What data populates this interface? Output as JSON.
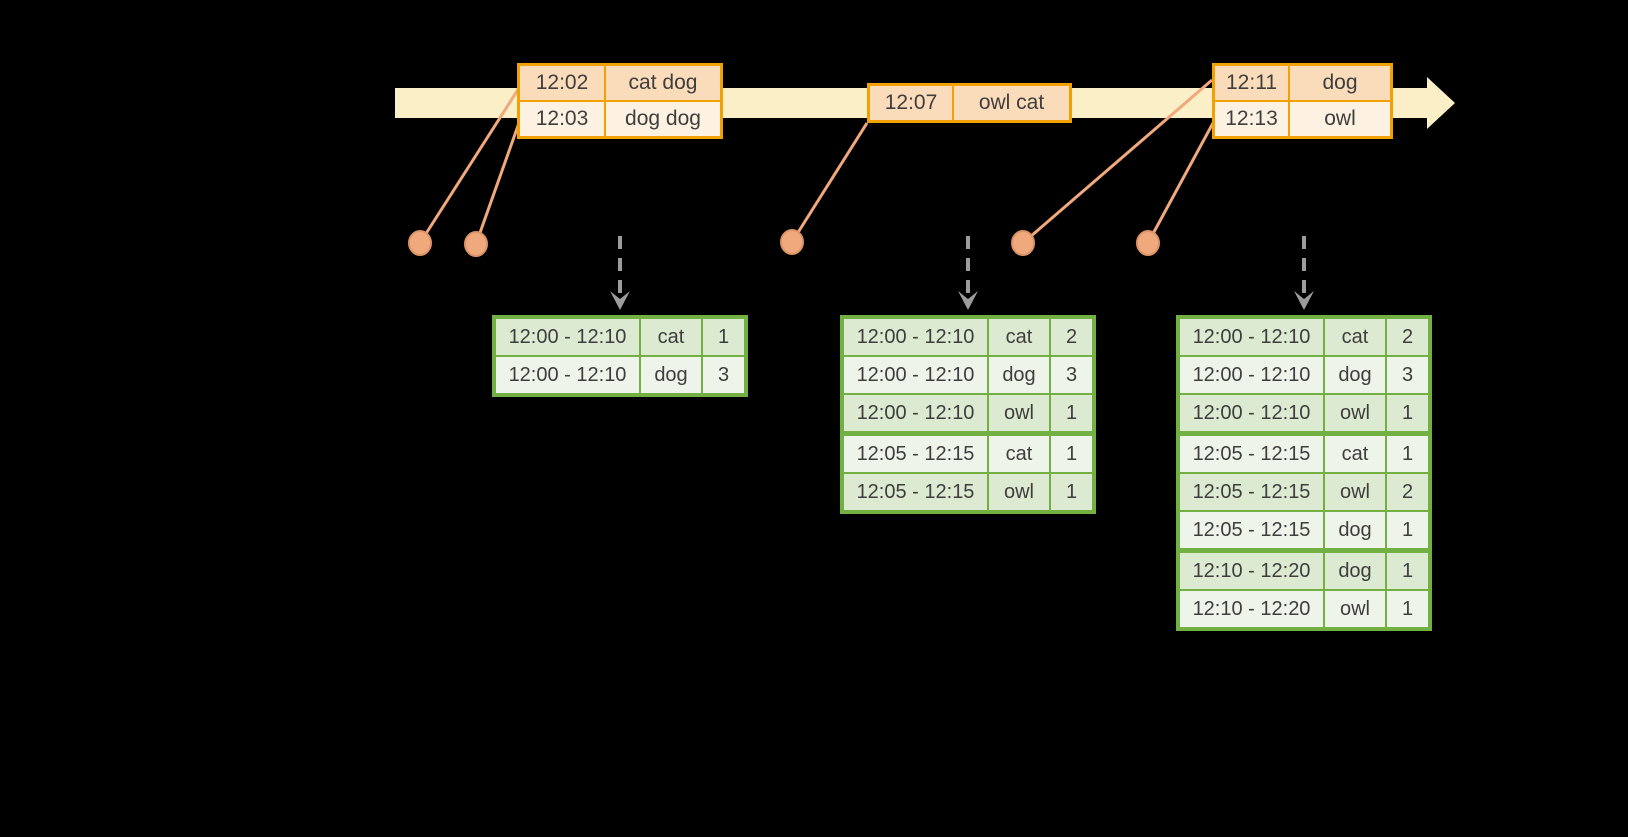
{
  "palette": {
    "background": "#000000",
    "timeline_fill": "#FAEFC6",
    "event_table_border": "#F2A104",
    "event_row_dark": "#FADCBA",
    "event_row_light": "#FDF2E2",
    "connector_salmon": "#F0A87D",
    "trigger_arrow_gray": "#9C9C9C",
    "result_table_border": "#73B043",
    "result_row_dark": "#DDEAD2",
    "result_row_light": "#EFF4EA",
    "text": "#3E3E3E"
  },
  "timeline": {
    "event_tables": [
      {
        "rows": [
          {
            "time": "12:02",
            "words": "cat dog"
          },
          {
            "time": "12:03",
            "words": "dog dog"
          }
        ]
      },
      {
        "rows": [
          {
            "time": "12:07",
            "words": "owl cat"
          }
        ]
      },
      {
        "rows": [
          {
            "time": "12:11",
            "words": "dog"
          },
          {
            "time": "12:13",
            "words": "owl"
          }
        ]
      }
    ]
  },
  "result_tables": [
    {
      "rows": [
        {
          "window": "12:00 - 12:10",
          "word": "cat",
          "count": 1
        },
        {
          "window": "12:00 - 12:10",
          "word": "dog",
          "count": 3
        }
      ]
    },
    {
      "rows": [
        {
          "window": "12:00 - 12:10",
          "word": "cat",
          "count": 2
        },
        {
          "window": "12:00 - 12:10",
          "word": "dog",
          "count": 3
        },
        {
          "window": "12:00 - 12:10",
          "word": "owl",
          "count": 1
        },
        {
          "window": "12:05 - 12:15",
          "word": "cat",
          "count": 1
        },
        {
          "window": "12:05 - 12:15",
          "word": "owl",
          "count": 1
        }
      ]
    },
    {
      "rows": [
        {
          "window": "12:00 - 12:10",
          "word": "cat",
          "count": 2
        },
        {
          "window": "12:00 - 12:10",
          "word": "dog",
          "count": 3
        },
        {
          "window": "12:00 - 12:10",
          "word": "owl",
          "count": 1
        },
        {
          "window": "12:05 - 12:15",
          "word": "cat",
          "count": 1
        },
        {
          "window": "12:05 - 12:15",
          "word": "owl",
          "count": 2
        },
        {
          "window": "12:05 - 12:15",
          "word": "dog",
          "count": 1
        },
        {
          "window": "12:10 - 12:20",
          "word": "dog",
          "count": 1
        },
        {
          "window": "12:10 - 12:20",
          "word": "owl",
          "count": 1
        }
      ]
    }
  ]
}
